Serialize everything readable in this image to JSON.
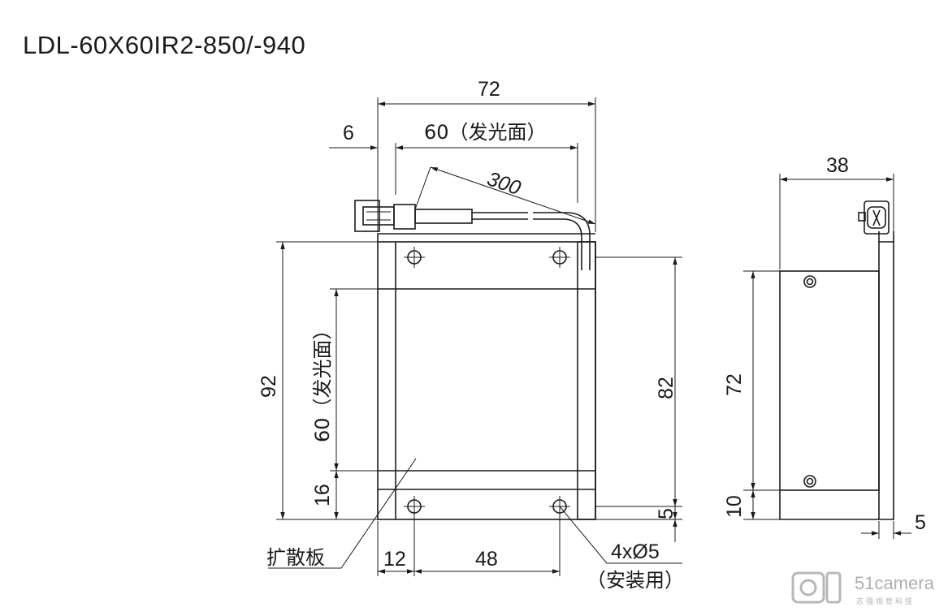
{
  "title": "LDL-60X60IR2-850/-940",
  "dimensions": {
    "width_total": "72",
    "left_offset": "6",
    "emit_width": "60（发光面）",
    "cable_length": "300",
    "height_total": "92",
    "emit_height": "60（发光面）",
    "bottom_16": "16",
    "height_82": "82",
    "bottom_5": "5",
    "hole_left": "12",
    "hole_span": "48",
    "holes": "4xØ5",
    "holes_note": "（安装用）",
    "diffuser": "扩散板",
    "side_depth": "38",
    "side_height": "72",
    "side_bottom": "10",
    "side_thickness": "5"
  },
  "watermark": {
    "brand": "51camera",
    "sub": "志强视觉科技"
  }
}
